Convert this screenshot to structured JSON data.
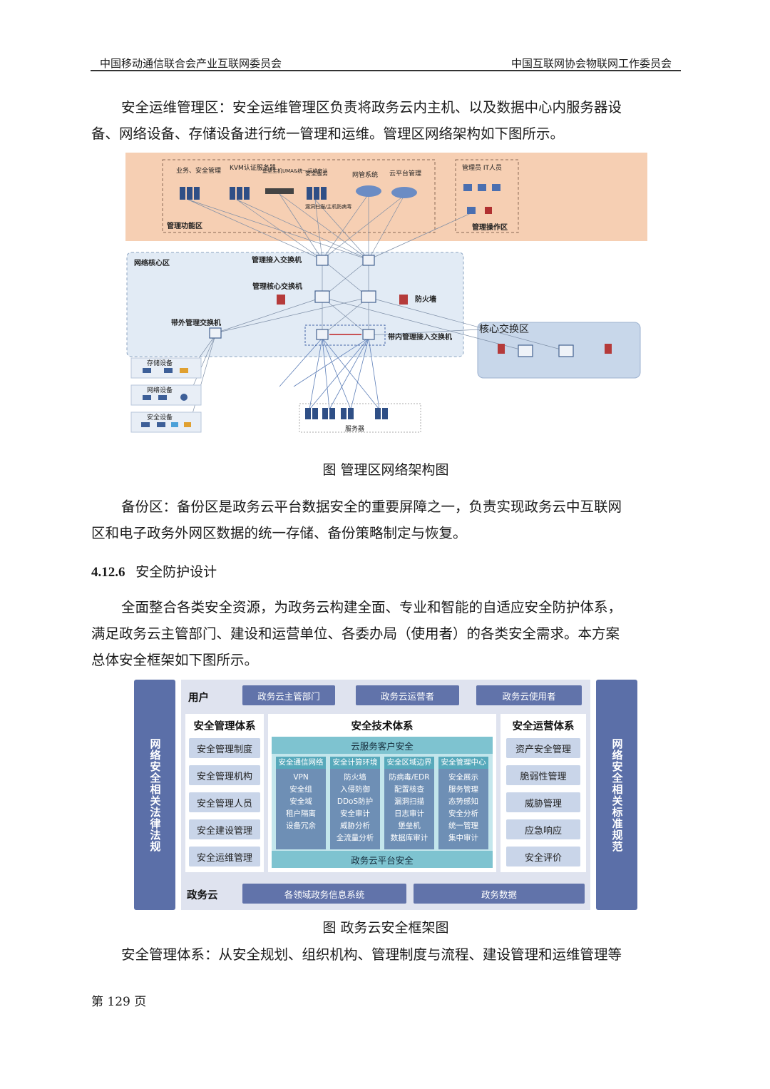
{
  "header": {
    "left": "中国移动通信联合会产业互联网委员会",
    "right": "中国互联网协会物联网工作委员会"
  },
  "para1": {
    "lines": [
      "安全运维管理区：安全运维管理区负责将政务云内主机、以及数据中心内服务器设",
      "备、网络设备、存储设备进行统一管理和运维。管理区网络架构如下图所示。"
    ]
  },
  "figure1": {
    "caption": "图 管理区网络架构图",
    "zones": {
      "mgmt_function": "管理功能区",
      "mgmt_operation": "管理操作区",
      "network_core": "网络核心区",
      "core_switch": "核心交换区"
    },
    "labels": {
      "business_security_mgmt": "业务、安全管理",
      "kvm": "KVM认证服务器",
      "bastion": "堡垒主机UMA&统一运维审计",
      "security_service": "安全服务",
      "vuln_scan": "漏洞扫描/主机防病毒",
      "nms": "网管系统",
      "cloud_mgmt": "云平台管理",
      "admin_it": "管理员 IT人员",
      "mgmt_access_switch": "管理接入交换机",
      "mgmt_core_switch": "管理核心交换机",
      "firewall": "防火墙",
      "oob_mgmt_switch": "带外管理交换机",
      "inband_access_switch": "带内管理接入交换机",
      "storage_devices": "存储设备",
      "network_devices": "网络设备",
      "security_devices": "安全设备",
      "servers": "服务器"
    }
  },
  "para2": {
    "lines": [
      "备份区：备份区是政务云平台数据安全的重要屏障之一，负责实现政务云中互联网",
      "区和电子政务外网区数据的统一存储、备份策略制定与恢复。"
    ]
  },
  "section": {
    "number": "4.12.6",
    "title": "安全防护设计"
  },
  "para3": {
    "lines": [
      "全面整合各类安全资源，为政务云构建全面、专业和智能的自适应安全防护体系，",
      "满足政务云主管部门、建设和运营单位、各委办局（使用者）的各类安全需求。本方案",
      "总体安全框架如下图所示。"
    ]
  },
  "figure2": {
    "caption": "图 政务云安全框架图",
    "left_side": "网络安全相关法律法规",
    "right_side": "网络安全相关标准规范",
    "users": {
      "label": "用户",
      "items": [
        "政务云主管部门",
        "政务云运营者",
        "政务云使用者"
      ]
    },
    "management": {
      "title": "安全管理体系",
      "items": [
        "安全管理制度",
        "安全管理机构",
        "安全管理人员",
        "安全建设管理",
        "安全运维管理"
      ]
    },
    "technology": {
      "title": "安全技术体系",
      "top_bar": "云服务客户安全",
      "bottom_bar": "政务云平台安全",
      "columns": [
        {
          "title": "安全通信网络",
          "items": [
            "VPN",
            "安全组",
            "安全域",
            "租户隔离",
            "设备冗余"
          ]
        },
        {
          "title": "安全计算环境",
          "items": [
            "防火墙",
            "入侵防御",
            "DDoS防护",
            "安全审计",
            "威胁分析",
            "全流量分析"
          ]
        },
        {
          "title": "安全区域边界",
          "items": [
            "防病毒/EDR",
            "配置核查",
            "漏洞扫描",
            "日志审计",
            "堡垒机",
            "数据库审计"
          ]
        },
        {
          "title": "安全管理中心",
          "items": [
            "安全展示",
            "服务管理",
            "态势感知",
            "安全分析",
            "统一管理",
            "集中审计"
          ]
        }
      ]
    },
    "operation": {
      "title": "安全运营体系",
      "items": [
        "资产安全管理",
        "脆弱性管理",
        "威胁管理",
        "应急响应",
        "安全评价"
      ]
    },
    "gov_cloud": {
      "label": "政务云",
      "items": [
        "各领域政务信息系统",
        "政务数据"
      ]
    }
  },
  "para4": {
    "lines": [
      "安全管理体系：从安全规划、组织机构、管理制度与流程、建设管理和运维管理等"
    ]
  },
  "footer": {
    "page": "第 129 页"
  }
}
